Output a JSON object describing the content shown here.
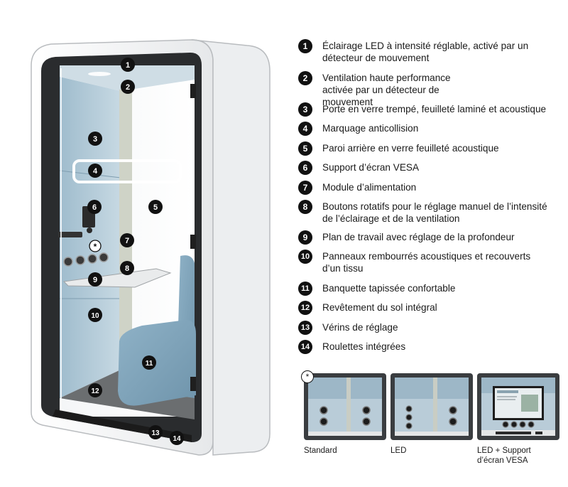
{
  "features": [
    {
      "num": "1",
      "text": "Éclairage LED à intensité réglable, activé par un détecteur de mouvement"
    },
    {
      "num": "2",
      "text": "Ventilation haute performance activée par un détecteur de mouvement"
    },
    {
      "num": "3",
      "text": "Porte en verre trempé, feuilleté laminé et acoustique"
    },
    {
      "num": "4",
      "text": "Marquage anticollision"
    },
    {
      "num": "5",
      "text": "Paroi arrière en verre feuilleté acoustique"
    },
    {
      "num": "6",
      "text": "Support d’écran VESA"
    },
    {
      "num": "7",
      "text": "Module d’alimentation"
    },
    {
      "num": "8",
      "text": "Boutons rotatifs pour le réglage manuel de l’intensité de l’éclairage et de la ventilation"
    },
    {
      "num": "9",
      "text": "Plan de travail avec réglage de la profondeur"
    },
    {
      "num": "10",
      "text": "Panneaux rembourrés acoustiques et recouverts d’un tissu"
    },
    {
      "num": "11",
      "text": "Banquette tapissée confortable"
    },
    {
      "num": "12",
      "text": "Revêtement du sol intégral"
    },
    {
      "num": "13",
      "text": "Vérins de réglage"
    },
    {
      "num": "14",
      "text": "Roulettes intégrées"
    }
  ],
  "booth_markers": [
    "1",
    "2",
    "3",
    "4",
    "5",
    "6",
    "7",
    "8",
    "9",
    "10",
    "11",
    "12",
    "13",
    "14"
  ],
  "star_symbol": "*",
  "variants": [
    {
      "caption": "Standard"
    },
    {
      "caption": "LED"
    },
    {
      "caption": "LED + Support d’écran VESA"
    }
  ],
  "colors": {
    "marker": "#111111",
    "panel_blue": "#8fb0c3",
    "booth_frame": "#f1f2f3",
    "booth_inner": "#2a2c2e"
  }
}
